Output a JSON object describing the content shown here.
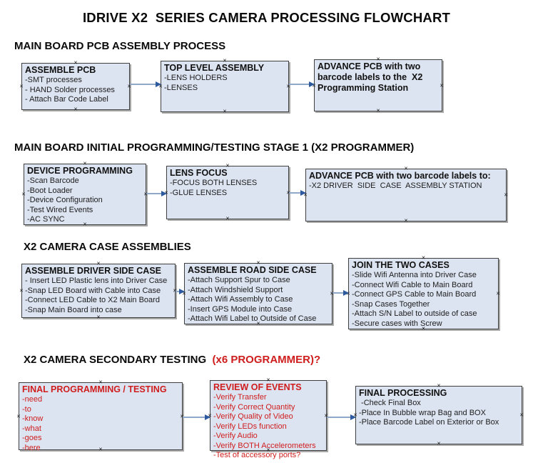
{
  "title": "IDRIVE X2  SERIES CAMERA PROCESSING FLOWCHART",
  "colors": {
    "box_fill": "#dde4f1",
    "box_border": "#3f3f3f",
    "arrow_line": "#8fa8c8",
    "arrow_head": "#2d5a9e",
    "red_text": "#cf1d1d"
  },
  "sections": [
    {
      "heading": "MAIN BOARD PCB ASSEMBLY PROCESS",
      "heading_suffix": "",
      "boxes": [
        {
          "title": "ASSEMBLE PCB",
          "items": [
            "-SMT processes",
            "- HAND Solder processes",
            "- Attach Bar Code Label"
          ]
        },
        {
          "title": "TOP LEVEL ASSEMBLY",
          "items": [
            "-LENS HOLDERS",
            "-LENSES"
          ]
        },
        {
          "title": "ADVANCE PCB with two barcode labels to the  X2 Programming Station",
          "items": []
        }
      ]
    },
    {
      "heading": "MAIN BOARD INITIAL PROGRAMMING/TESTING STAGE 1 (X2 PROGRAMMER)",
      "heading_suffix": "",
      "boxes": [
        {
          "title": "DEVICE PROGRAMMING",
          "items": [
            "-Scan Barcode",
            "-Boot Loader",
            "-Device Configuration",
            "-Test Wired Events",
            "-AC SYNC"
          ]
        },
        {
          "title": "LENS FOCUS",
          "items": [
            "-FOCUS BOTH LENSES",
            "-GLUE LENSES"
          ]
        },
        {
          "title": "ADVANCE PCB with two barcode labels to:",
          "items": [
            "-X2 DRIVER  SIDE  CASE  ASSEMBLY STATION"
          ]
        }
      ]
    },
    {
      "heading": "X2 CAMERA CASE ASSEMBLIES",
      "heading_suffix": "",
      "boxes": [
        {
          "title": "ASSEMBLE DRIVER SIDE CASE",
          "items": [
            "- Insert LED Plastic lens into Driver Case",
            "-Snap LED Board with Cable into Case",
            "-Connect LED Cable to X2 Main Board",
            "-Snap Main Board into case"
          ]
        },
        {
          "title": "ASSEMBLE ROAD SIDE CASE",
          "items": [
            "-Attach Support Spur to Case",
            "-Attach Windshield Support",
            "-Attach Wifi Assembly to Case",
            "-Insert GPS Module into Case",
            "-Attach Wifi Label to Outside of Case"
          ]
        },
        {
          "title": "JOIN THE TWO CASES",
          "items": [
            "-Slide Wifi Antenna into Driver Case",
            "-Connect Wifi Cable to Main Board",
            "-Connect GPS Cable to Main Board",
            "-Snap Cases Together",
            "-Attach S/N Label to outside of case",
            "-Secure cases with Screw"
          ]
        }
      ]
    },
    {
      "heading": "X2 CAMERA SECONDARY TESTING ",
      "heading_suffix": " (x6 PROGRAMMER)?",
      "boxes": [
        {
          "title": "FINAL PROGRAMMING / TESTING",
          "items": [
            "-need",
            "-to",
            "-know",
            "-what",
            "-goes",
            "-here"
          ],
          "text_color": "red"
        },
        {
          "title": "REVIEW OF EVENTS",
          "items": [
            "-Verify Transfer",
            "-Verify Correct Quantity",
            "-Verify Quality of Video",
            "-Verify LEDs function",
            "-Verify Audio",
            "-Verify BOTH Accelerometers",
            "-Test of accessory ports?"
          ],
          "text_color": "red"
        },
        {
          "title": "FINAL PROCESSING",
          "items": [
            " -Check Final Box",
            "-Place In Bubble wrap Bag and BOX",
            "-Place Barcode Label on Exterior or Box"
          ]
        }
      ]
    }
  ]
}
